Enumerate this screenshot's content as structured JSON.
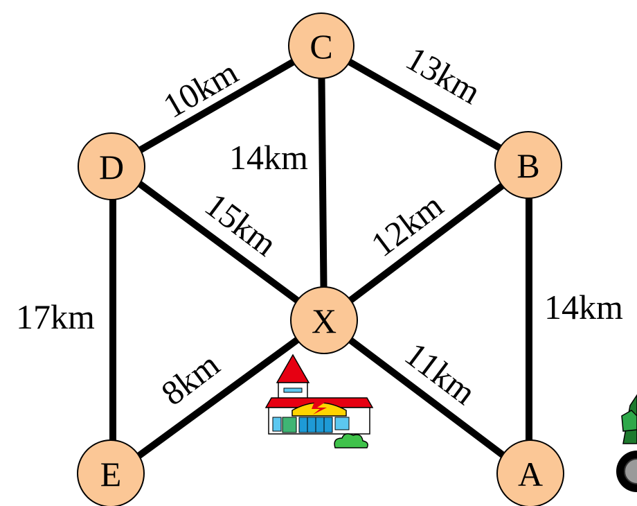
{
  "diagram": {
    "colors": {
      "node_fill": "#fbc796",
      "edge": "#000000",
      "background": "#ffffff"
    },
    "nodes": [
      {
        "id": "C",
        "label": "C"
      },
      {
        "id": "D",
        "label": "D"
      },
      {
        "id": "B",
        "label": "B"
      },
      {
        "id": "X",
        "label": "X"
      },
      {
        "id": "E",
        "label": "E"
      },
      {
        "id": "A",
        "label": "A"
      }
    ],
    "edges": [
      {
        "from": "D",
        "to": "C",
        "label": "10km"
      },
      {
        "from": "C",
        "to": "B",
        "label": "13km"
      },
      {
        "from": "C",
        "to": "X",
        "label": "14km"
      },
      {
        "from": "D",
        "to": "X",
        "label": "15km"
      },
      {
        "from": "B",
        "to": "X",
        "label": "12km"
      },
      {
        "from": "D",
        "to": "E",
        "label": "17km"
      },
      {
        "from": "B",
        "to": "A",
        "label": "14km"
      },
      {
        "from": "X",
        "to": "E",
        "label": "8km"
      },
      {
        "from": "X",
        "to": "A",
        "label": "11km"
      }
    ],
    "icons": [
      {
        "name": "store-building-icon",
        "attached_to": "X"
      },
      {
        "name": "vehicle-icon",
        "attached_to": "none"
      }
    ]
  }
}
